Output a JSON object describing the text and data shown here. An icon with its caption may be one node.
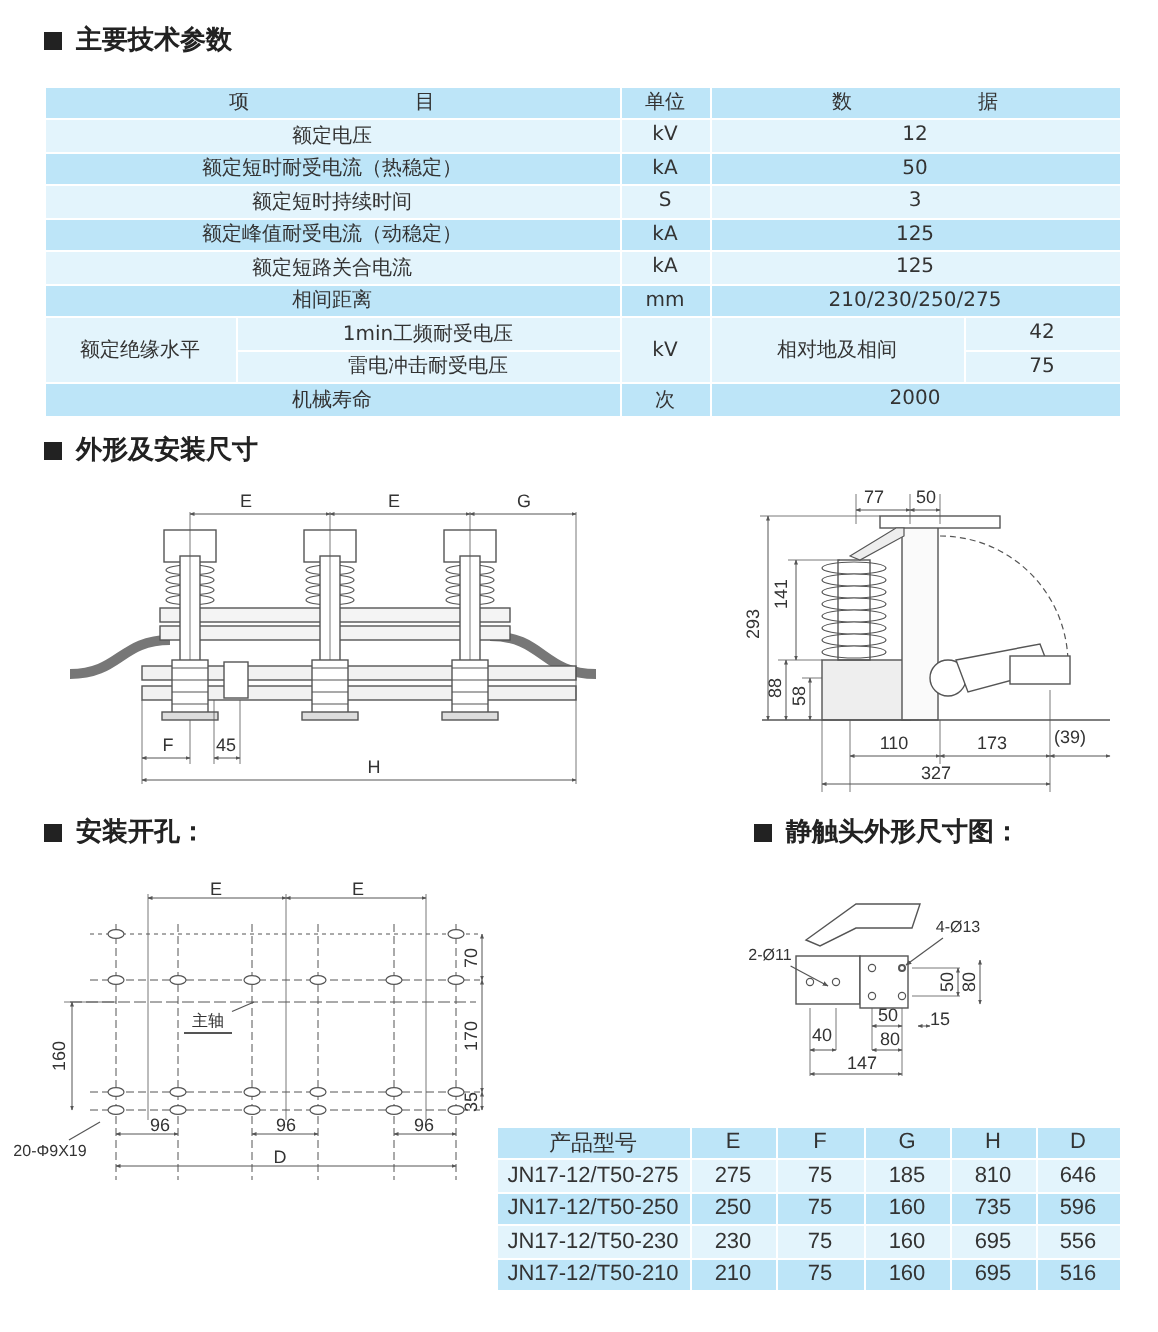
{
  "diagram": {
    "nodes": [
      {
        "text": [
          "主轴"
        ]
      },
      {
        "text": [
          "20-Φ9X19"
        ]
      },
      {
        "text": [
          "2-Ø11"
        ]
      },
      {
        "text": [
          "4-Ø13"
        ]
      },
      {
        "text": [],
        "shape": "circle"
      }
    ],
    "edges": [
      {
        "from": 0,
        "to": null,
        "arrow": "none"
      },
      {
        "from": 1,
        "to": null,
        "arrow": "none"
      },
      {
        "from": 2,
        "to": null,
        "arrow": "to"
      },
      {
        "from": 3,
        "to": 4,
        "arrow": "to"
      }
    ],
    "labels": [
      "主要技术参数",
      "项 目",
      "单位",
      "数 据",
      "额定电压",
      "kV",
      "12",
      "额定短时耐受电流（热稳定）",
      "kA",
      "50",
      "额定短时持续时间",
      "S",
      "3",
      "额定峰值耐受电流（动稳定）",
      "kA",
      "125",
      "额定短路关合电流",
      "kA",
      "125",
      "相间距离",
      "mm",
      "210/230/250/275",
      "额定绝缘水平",
      "1min工频耐受电压",
      "kV",
      "相对地及相间",
      "42",
      "雷电冲击耐受电压",
      "75",
      "机械寿命",
      "次",
      "2000",
      "外形及安装尺寸",
      "E",
      "E",
      "G",
      "F",
      "45",
      "H",
      "77",
      "50",
      "293",
      "141",
      "88",
      "58",
      "110",
      "173",
      "(39)",
      "327",
      "安装开孔：",
      "静触头外形尺寸图：",
      "E",
      "E",
      "70",
      "160",
      "170",
      "35",
      "96",
      "96",
      "96",
      "D",
      "50",
      "80",
      "50",
      "15",
      "40",
      "80",
      "147",
      "产品型号",
      "E",
      "F",
      "G",
      "H",
      "D",
      "JN17-12/T50-275",
      "275",
      "75",
      "185",
      "810",
      "646",
      "JN17-12/T50-250",
      "250",
      "75",
      "160",
      "735",
      "596",
      "JN17-12/T50-230",
      "230",
      "75",
      "160",
      "695",
      "556",
      "JN17-12/T50-210",
      "210",
      "75",
      "160",
      "695",
      "516"
    ]
  }
}
